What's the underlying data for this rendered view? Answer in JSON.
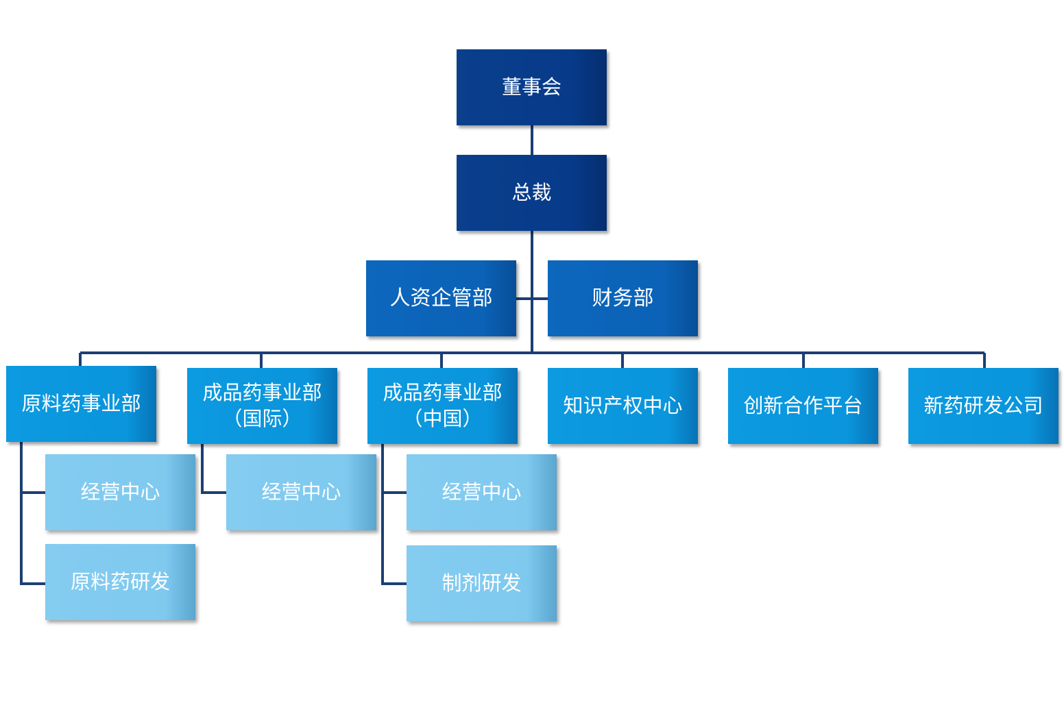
{
  "colors": {
    "connector": "#1c3f73",
    "board": "#0a3f8c",
    "staff": "#0d67bd",
    "division": "#0c9ae0",
    "unit": "#84ccf0"
  },
  "org": {
    "board": "董事会",
    "president": "总裁",
    "hr": "人资企管部",
    "finance": "财务部",
    "divisions": [
      {
        "line1": "原料药事业部",
        "line2": ""
      },
      {
        "line1": "成品药事业部",
        "line2": "（国际）"
      },
      {
        "line1": "成品药事业部",
        "line2": "（中国）"
      },
      {
        "line1": "知识产权中心",
        "line2": ""
      },
      {
        "line1": "创新合作平台",
        "line2": ""
      },
      {
        "line1": "新药研发公司",
        "line2": ""
      }
    ],
    "units": {
      "api_ops": "经营中心",
      "api_rd": "原料药研发",
      "intl_ops": "经营中心",
      "cn_ops": "经营中心",
      "cn_rd": "制剂研发"
    }
  }
}
